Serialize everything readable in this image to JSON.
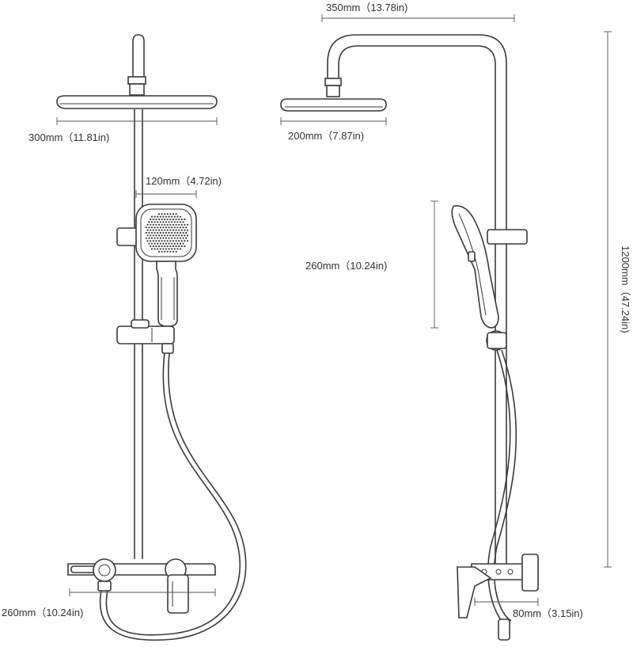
{
  "dimensions": {
    "rain_head_front_width": "300mm（11.81in)",
    "arm_reach": "350mm（13.78in)",
    "rain_head_side_width": "200mm（7.87in)",
    "hand_shower_width": "120mm（4.72in)",
    "hand_shower_length": "260mm（10.24in)",
    "total_height": "1200mm（47.24in)",
    "valve_width": "260mm（10.24in)",
    "valve_depth": "80mm（3.15in)"
  },
  "colors": {
    "line": "#3a3a3a",
    "dimension_line": "#555555",
    "text": "#333333"
  }
}
